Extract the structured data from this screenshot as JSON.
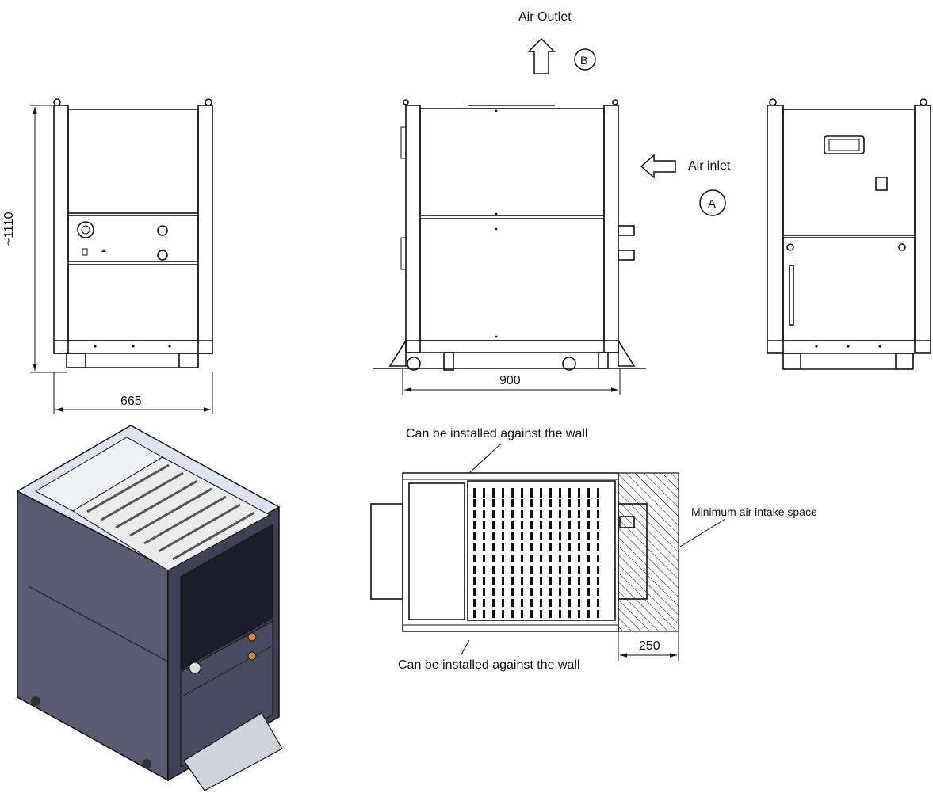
{
  "labels": {
    "air_outlet": "Air Outlet",
    "outlet_marker": "B",
    "air_inlet": "Air inlet",
    "inlet_marker": "A",
    "height_dim": "~1110",
    "width_front": "665",
    "width_side": "900",
    "wall_top": "Can be installed against the wall",
    "wall_bottom": "Can be installed against the wall",
    "min_air_space": "Minimum air intake space",
    "clearance_dim": "250"
  },
  "colors": {
    "panel_dark": "#3f3f55",
    "panel_mid": "#56566c",
    "panel_light": "#dfe3ef",
    "grille": "#ececec",
    "fitting": "#c98a3a"
  }
}
